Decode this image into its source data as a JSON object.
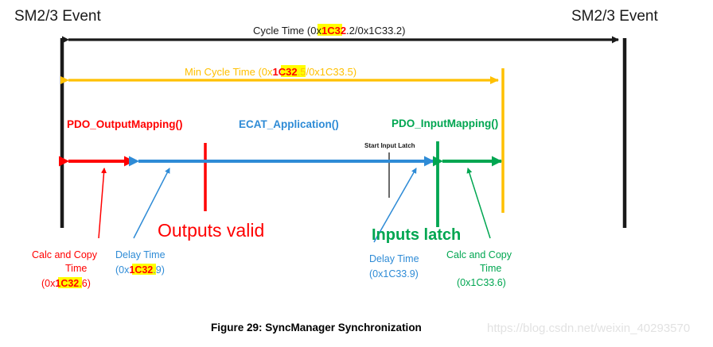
{
  "figure": {
    "caption": "Figure 29: SyncManager Synchronization",
    "watermark": "https://blog.csdn.net/weixin_40293570"
  },
  "events": {
    "left_label": "SM2/3 Event",
    "right_label": "SM2/3 Event"
  },
  "spans": {
    "cycle_time": {
      "prefix": "Cycle Time (0x",
      "highlight": "1C32",
      "suffix": ".2/0x1C33.2)",
      "color": "#1a1a1a"
    },
    "min_cycle_time": {
      "prefix": "Min Cycle Time (0x",
      "highlight": "1C32",
      "suffix": ".5/0x1C33.5)",
      "color": "#FFC000"
    }
  },
  "phases": {
    "output_mapping": {
      "label": "PDO_OutputMapping()",
      "color": "#FF0000"
    },
    "ecat_application": {
      "label": "ECAT_Application()",
      "color": "#2E8BD6"
    },
    "input_mapping": {
      "label": "PDO_InputMapping()",
      "color": "#00A651"
    }
  },
  "markers": {
    "outputs_valid": {
      "label": "Outputs valid",
      "color": "#FF0000"
    },
    "inputs_latch": {
      "label": "Inputs latch",
      "color": "#00A651"
    },
    "start_input_latch": {
      "label": "Start Input Latch",
      "color": "#1a1a1a"
    }
  },
  "annotations": {
    "calc_copy_out": {
      "line1": "Calc and Copy",
      "line2": "Time",
      "line3_prefix": "(0x",
      "line3_highlight": "1C32",
      "line3_suffix": ".6)",
      "color": "#FF0000"
    },
    "delay_out": {
      "line1": "Delay Time",
      "line2_prefix": "(0x",
      "line2_highlight": "1C32",
      "line2_suffix": ".9)",
      "color": "#2E8BD6"
    },
    "delay_in": {
      "line1": "Delay Time",
      "line2": "(0x1C33.9)",
      "color": "#2E8BD6"
    },
    "calc_copy_in": {
      "line1": "Calc and Copy",
      "line2": "Time",
      "line3": "(0x1C33.6)",
      "color": "#00A651"
    }
  },
  "colors": {
    "red": "#FF0000",
    "blue": "#2E8BD6",
    "green": "#00A651",
    "amber": "#FFC000",
    "black": "#1a1a1a",
    "highlight": "#FFFF00"
  }
}
